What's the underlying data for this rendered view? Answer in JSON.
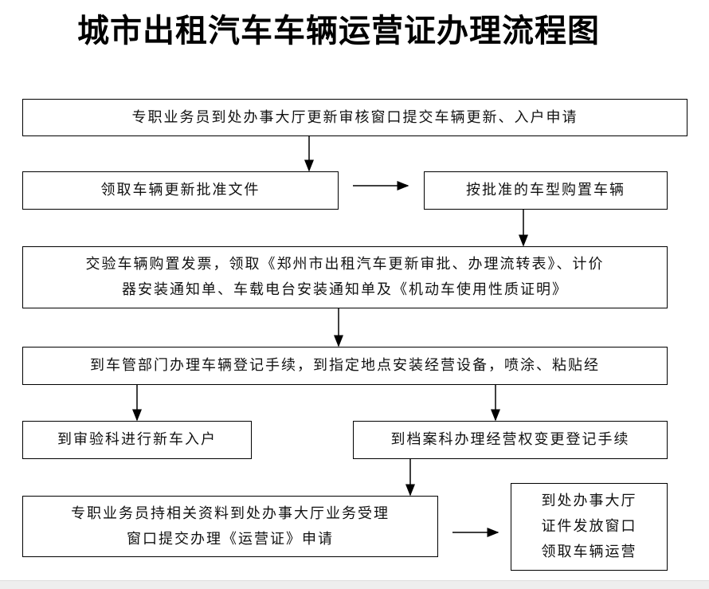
{
  "title": "城市出租汽车车辆运营证办理流程图",
  "steps": {
    "s1": "专职业务员到处办事大厅更新审核窗口提交车辆更新、入户申请",
    "s2": "领取车辆更新批准文件",
    "s3": "按批准的车型购置车辆",
    "s4_line1": "交验车辆购置发票，领取《郑州市出租汽车更新审批、办理流转表》、计价",
    "s4_line2": "器安装通知单、车载电台安装通知单及《机动车使用性质证明》",
    "s5": "到车管部门办理车辆登记手续，到指定地点安装经营设备，喷涂、粘贴经",
    "s6": "到审验科进行新车入户",
    "s7": "到档案科办理经营权变更登记手续",
    "s8_line1": "专职业务员持相关资料到处办事大厅业务受理",
    "s8_line2": "窗口提交办理《运营证》申请",
    "s9_line1": "到处办事大厅",
    "s9_line2": "证件发放窗口",
    "s9_line3": "领取车辆运营"
  }
}
